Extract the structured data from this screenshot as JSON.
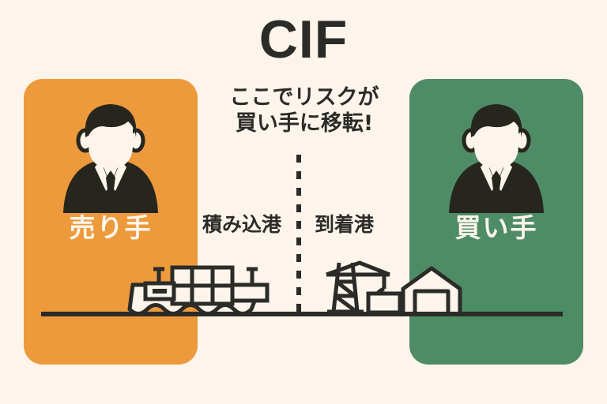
{
  "title": "CIF",
  "background_color": "#fdf5ec",
  "ink_color": "#2b2b28",
  "risk_note": {
    "line1": "ここでリスクが",
    "line2": "買い手に移転!"
  },
  "parties": {
    "seller": {
      "label": "売り手",
      "color": "#ed9a3c",
      "icon": "businessman-avatar-icon"
    },
    "buyer": {
      "label": "買い手",
      "color": "#4e8c66",
      "icon": "businessman-avatar-icon"
    }
  },
  "ports": {
    "loading": "積み込港",
    "arrival": "到着港"
  },
  "scene": {
    "ship_icon": "container-ship-icon",
    "crane_icon": "port-crane-icon",
    "container_icon": "shipping-container-icon",
    "warehouse_icon": "warehouse-icon",
    "divider": "risk-transfer-dashed-divider",
    "ground_line": "ground-baseline"
  }
}
